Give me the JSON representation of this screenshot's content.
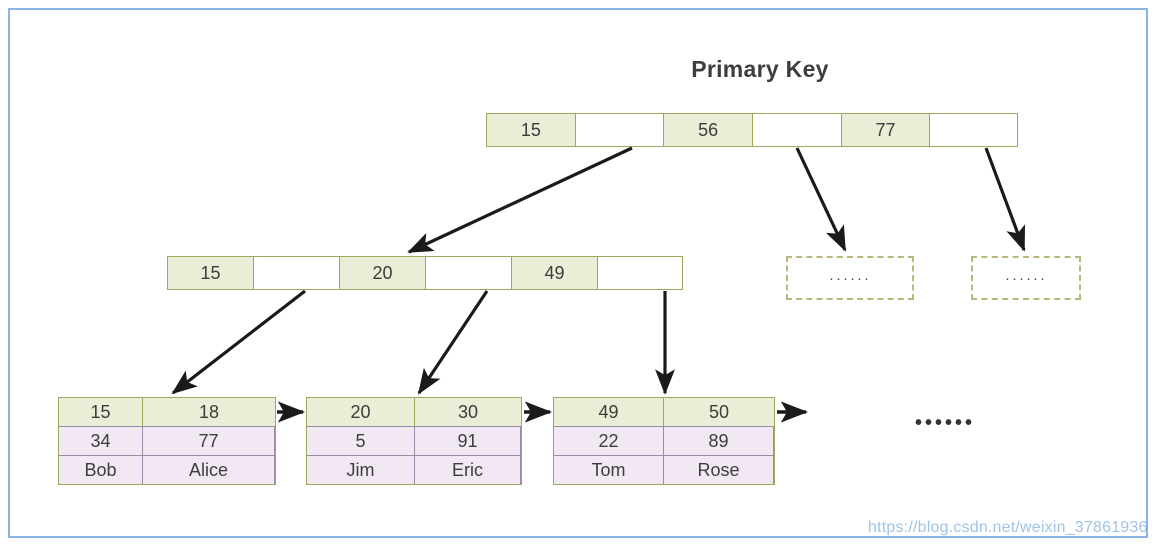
{
  "diagram": {
    "title": "Primary Key",
    "watermark": "https://blog.csdn.net/weixin_37861936",
    "tail_ellipsis": "••••••",
    "colors": {
      "frame_border": "#8cb4e2",
      "node_border": "#9aa95c",
      "key_fill": "#e9eed6",
      "value_fill": "#f1e8f3",
      "value_border": "#9d8aa8",
      "dashed_border": "#b9b87a",
      "arrow": "#1a1a1a",
      "text": "#3d3d3d",
      "watermark": "#7fb0e0"
    }
  },
  "root_node": {
    "name": "root-index-node",
    "cells": [
      {
        "text": "15",
        "type": "key"
      },
      {
        "text": "",
        "type": "pointer"
      },
      {
        "text": "56",
        "type": "key"
      },
      {
        "text": "",
        "type": "pointer"
      },
      {
        "text": "77",
        "type": "key"
      },
      {
        "text": "",
        "type": "pointer"
      }
    ]
  },
  "branch_node": {
    "name": "branch-index-node",
    "cells": [
      {
        "text": "15",
        "type": "key"
      },
      {
        "text": "",
        "type": "pointer"
      },
      {
        "text": "20",
        "type": "key"
      },
      {
        "text": "",
        "type": "pointer"
      },
      {
        "text": "49",
        "type": "key"
      },
      {
        "text": "",
        "type": "pointer"
      }
    ]
  },
  "dashed_boxes": [
    {
      "text": "······"
    },
    {
      "text": "······"
    }
  ],
  "leaf_nodes": [
    {
      "name": "leaf-node-1",
      "keys": [
        "15",
        "18"
      ],
      "values_row1": [
        "34",
        "77"
      ],
      "values_row2": [
        "Bob",
        "Alice"
      ]
    },
    {
      "name": "leaf-node-2",
      "keys": [
        "20",
        "30"
      ],
      "values_row1": [
        "5",
        "91"
      ],
      "values_row2": [
        "Jim",
        "Eric"
      ]
    },
    {
      "name": "leaf-node-3",
      "keys": [
        "49",
        "50"
      ],
      "values_row1": [
        "22",
        "89"
      ],
      "values_row2": [
        "Tom",
        "Rose"
      ]
    }
  ]
}
